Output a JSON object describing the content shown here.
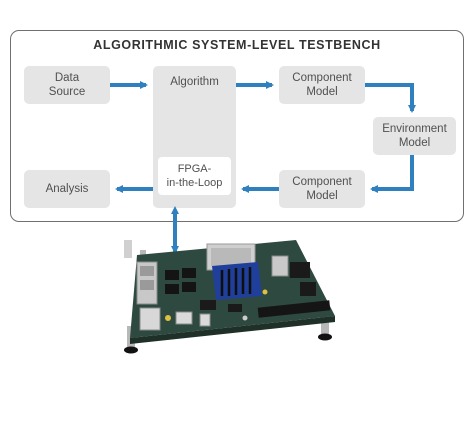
{
  "testbench": {
    "title": "ALGORITHMIC SYSTEM-LEVEL TESTBENCH",
    "blocks": {
      "data_source": "Data\nSource",
      "algorithm": "Algorithm",
      "fpga_in_the_loop": "FPGA-\nin-the-Loop",
      "component_model_top": "Component\nModel",
      "environment_model": "Environment\nModel",
      "component_model_bottom": "Component\nModel",
      "analysis": "Analysis"
    }
  },
  "colors": {
    "arrow": "#2f80bf",
    "block": "#e5e5e5",
    "frame": "#707070",
    "board_pcb": "#2e4a40",
    "fpga_chip": "#1f3f9a"
  }
}
